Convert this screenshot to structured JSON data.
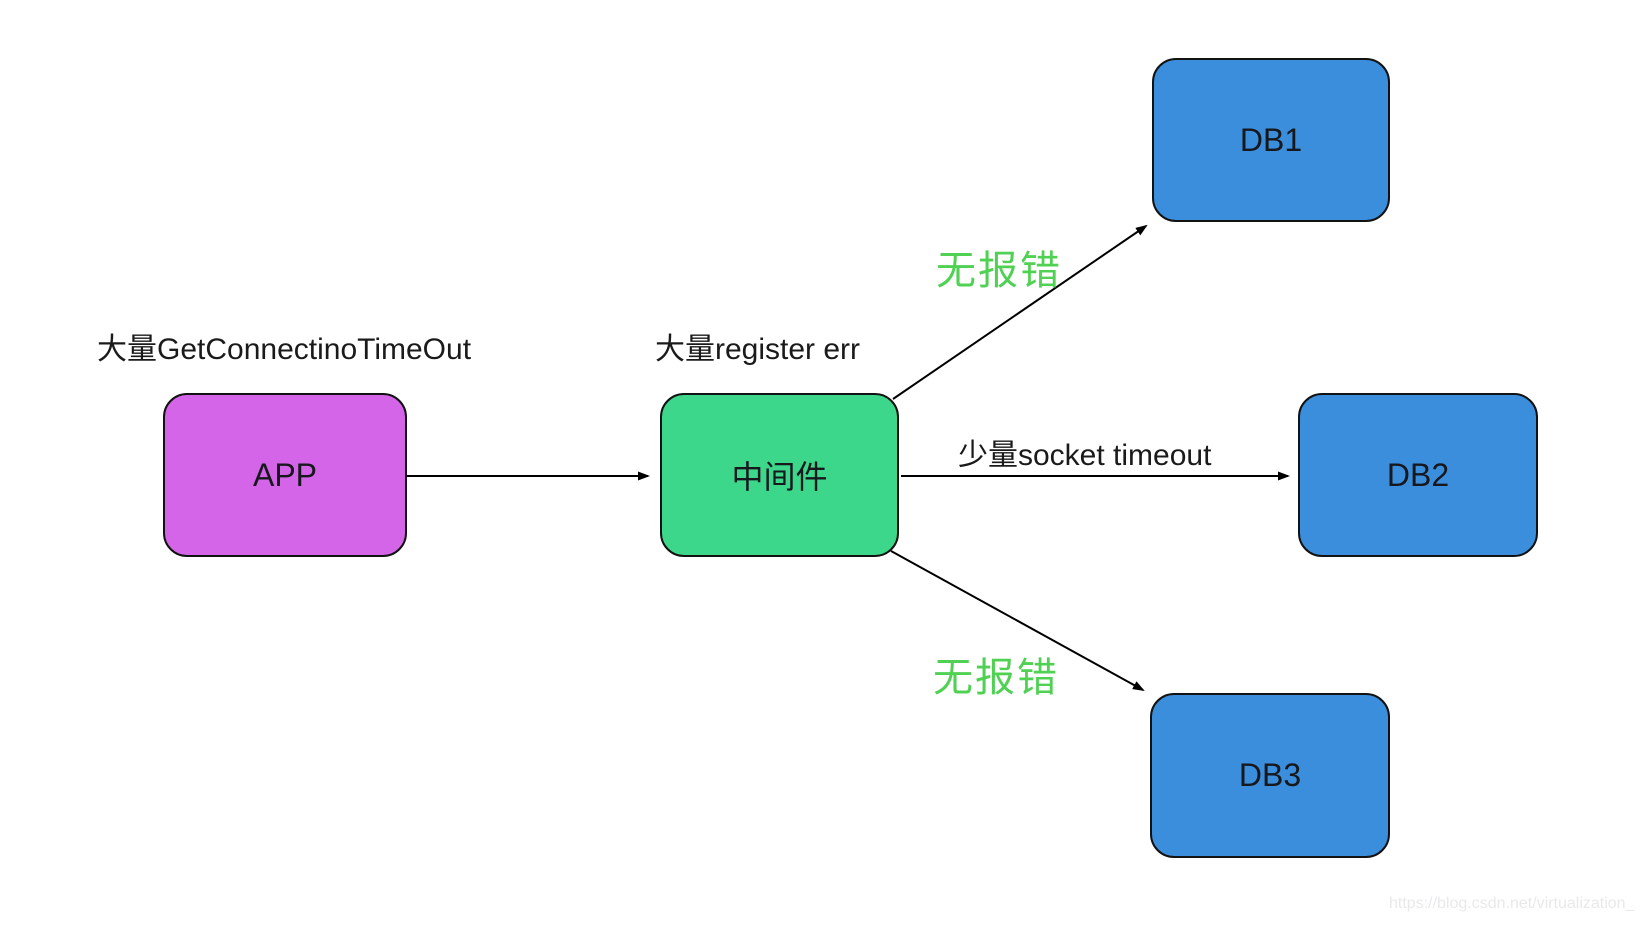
{
  "diagram": {
    "nodes": [
      {
        "id": "app",
        "label": "APP",
        "fill": "#d565e8"
      },
      {
        "id": "middleware",
        "label": "中间件",
        "fill": "#3cd78a"
      },
      {
        "id": "db1",
        "label": "DB1",
        "fill": "#3b8edb"
      },
      {
        "id": "db2",
        "label": "DB2",
        "fill": "#3b8edb"
      },
      {
        "id": "db3",
        "label": "DB3",
        "fill": "#3b8edb"
      }
    ],
    "annotations": {
      "app_issue": "大量GetConnectinoTimeOut",
      "middleware_issue": "大量register err",
      "ok_text_color": "#50d153",
      "line_color": "#000000"
    },
    "edges": [
      {
        "from": "app",
        "to": "middleware",
        "label": ""
      },
      {
        "from": "middleware",
        "to": "db1",
        "label": "无报错"
      },
      {
        "from": "middleware",
        "to": "db2",
        "label": "少量socket timeout"
      },
      {
        "from": "middleware",
        "to": "db3",
        "label": "无报错"
      }
    ],
    "watermark": "https://blog.csdn.net/virtualization_"
  }
}
